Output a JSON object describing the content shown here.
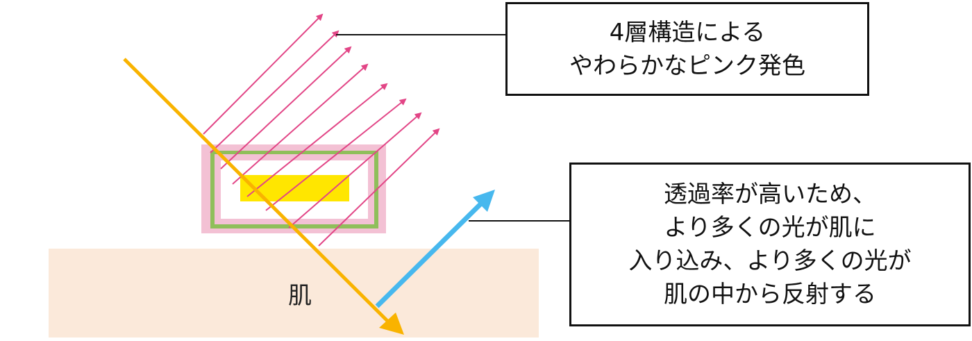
{
  "colors": {
    "skin": "#fbe9da",
    "reflected_pink": "#e24586",
    "incident_yellow": "#f9b300",
    "reflected_blue": "#47b8ee",
    "layer_outer_pink": "#f3c1d4",
    "layer_green": "#8fbf5a",
    "layer_white": "#ffffff",
    "layer_core_yellow": "#ffe600",
    "line": "#111111"
  },
  "icons": [
    "arrow-icon"
  ],
  "skin_label": "肌",
  "callout_top": {
    "lines": [
      "4層構造による",
      "やわらかなピンク発色"
    ]
  },
  "callout_bottom": {
    "lines": [
      "透過率が高いため、",
      "より多くの光が肌に",
      "入り込み、より多くの光が",
      "肌の中から反射する"
    ]
  }
}
